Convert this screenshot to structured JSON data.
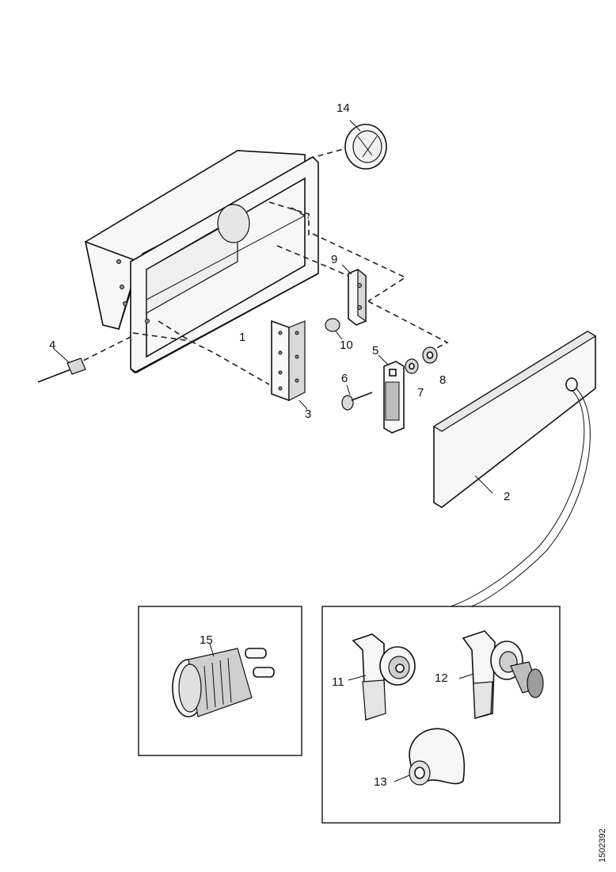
{
  "callouts": {
    "p1": "1",
    "p2": "2",
    "p3": "3",
    "p4": "4",
    "p5": "5",
    "p6": "6",
    "p7": "7",
    "p8": "8",
    "p9": "9",
    "p10": "10",
    "p11": "11",
    "p12": "12",
    "p13": "13",
    "p14": "14",
    "p15": "15"
  },
  "figure_code": "1502392",
  "colors": {
    "line": "#111111",
    "paper": "#ffffff",
    "shade": "#d9d9d9"
  }
}
